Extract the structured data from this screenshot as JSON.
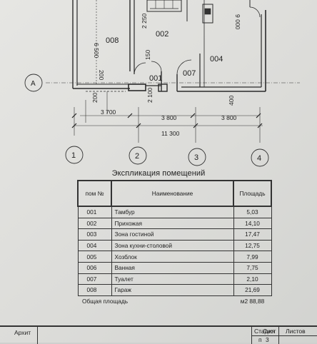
{
  "plan": {
    "rooms": {
      "r008": "008",
      "r002": "002",
      "r001": "001",
      "r007": "007",
      "r004": "004"
    },
    "dims": {
      "d6500": "6 500",
      "d2250": "2 250",
      "d9000": "9 000",
      "d150": "150",
      "d200a": "200",
      "d200b": "200",
      "d2100": "2 100",
      "d400": "400",
      "d3700": "3 700",
      "d3800a": "3 800",
      "d3800b": "3 800",
      "d11300": "11 300"
    },
    "axes": {
      "a1": "1",
      "a2": "2",
      "a3": "3",
      "a4": "4",
      "aA": "A"
    }
  },
  "table": {
    "title": "Экспликация помещений",
    "headers": {
      "num": "пом №",
      "name": "Наименование",
      "area": "Площадь"
    },
    "rows": [
      {
        "num": "001",
        "name": "Тамбур",
        "area": "5,03"
      },
      {
        "num": "002",
        "name": "Прихожая",
        "area": "14,10"
      },
      {
        "num": "003",
        "name": "Зона гостиной",
        "area": "17,47"
      },
      {
        "num": "004",
        "name": "Зона кухни-столовой",
        "area": "12,75"
      },
      {
        "num": "005",
        "name": "Хозблок",
        "area": "7,99"
      },
      {
        "num": "006",
        "name": "Ванная",
        "area": "7,75"
      },
      {
        "num": "007",
        "name": "Туалет",
        "area": "2,10"
      },
      {
        "num": "008",
        "name": "Гараж",
        "area": "21,69"
      }
    ],
    "total": {
      "label": "Общая площадь",
      "value": "м2 88,88"
    }
  },
  "stamp": {
    "archit": "Архит",
    "stage": "Стадия",
    "sheet": "Лист",
    "sheets": "Листов",
    "stage_val": "п",
    "sheet_val": "3"
  }
}
